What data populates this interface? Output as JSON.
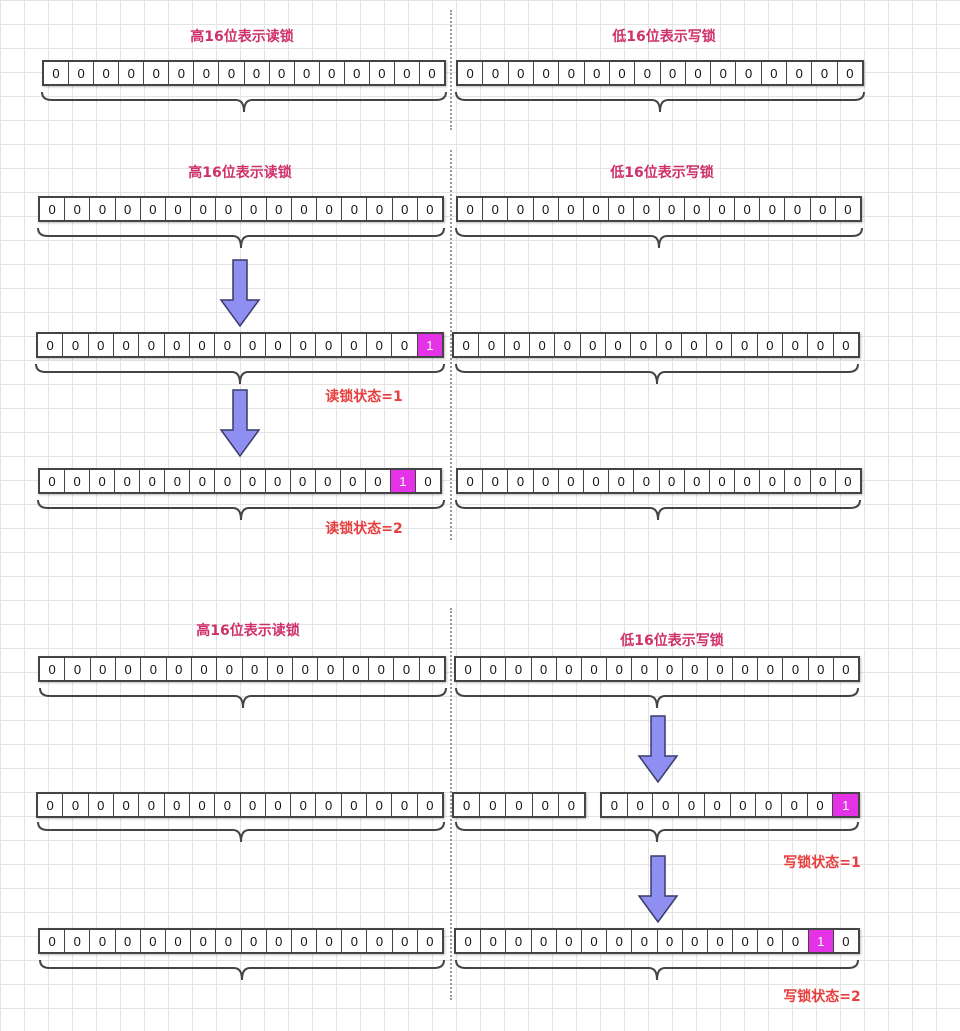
{
  "diagram": {
    "titles": {
      "high_read": "高16位表示读锁",
      "low_write": "低16位表示写锁"
    },
    "status_labels": {
      "read_1": "读锁状态=1",
      "read_2": "读锁状态=2",
      "write_1": "写锁状态=1",
      "write_2": "写锁状态=2"
    },
    "bit_values": {
      "zero": "0",
      "one": "1"
    },
    "colors": {
      "title": "#d0306a",
      "status": "#e83e3e",
      "set_bit": "#e433e6",
      "arrow_fill": "#8f8ff2",
      "arrow_stroke": "#3a3a6a"
    }
  }
}
